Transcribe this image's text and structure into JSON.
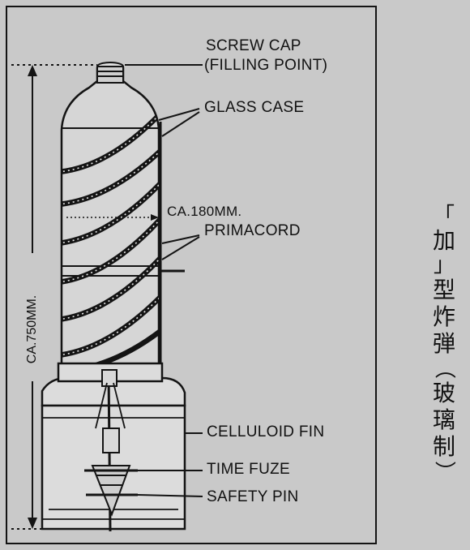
{
  "labels": {
    "screw_cap_line1": "SCREW CAP",
    "screw_cap_line2": "(FILLING POINT)",
    "glass_case": "GLASS CASE",
    "ca_180": "CA.180MM.",
    "primacord": "PRIMACORD",
    "celluloid_fin": "CELLULOID FIN",
    "time_fuze": "TIME FUZE",
    "safety_pin": "SAFETY PIN",
    "ca_750": "CA.750MM."
  },
  "caption": {
    "open_bracket": "「",
    "first_char": "加",
    "close_bracket": "」",
    "chars": [
      "型",
      "炸",
      "弾"
    ],
    "open_paren": "（",
    "material_chars": [
      "玻",
      "璃",
      "制"
    ],
    "close_paren": "）"
  },
  "colors": {
    "background": "#c9c9c9",
    "ink": "#111111",
    "fill_light": "#dcdcdc"
  }
}
